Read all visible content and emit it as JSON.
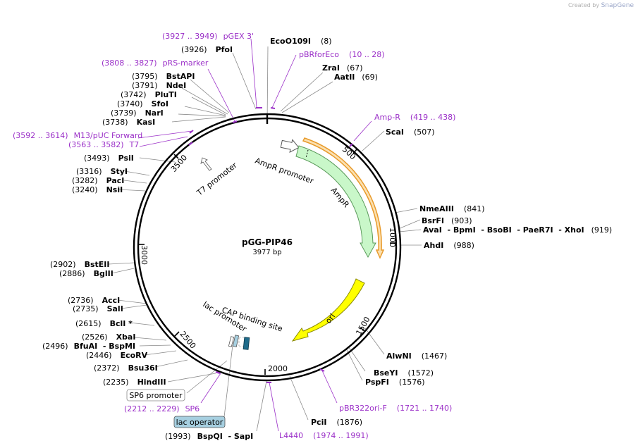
{
  "credit": {
    "prefix": "Created by",
    "brand": "SnapGene"
  },
  "plasmid": {
    "name": "pGG-PIP46",
    "length": "3977 bp"
  },
  "ticks": [
    "500",
    "1000",
    "1500",
    "2000",
    "2500",
    "3000",
    "3500"
  ],
  "features": {
    "ampr": "AmpR",
    "ampr_promoter": "AmpR promoter",
    "ori": "ori",
    "t7_promoter": "T7 promoter",
    "cap_site": "CAP binding site",
    "lac_promoter": "lac promoter"
  },
  "boxed_features": {
    "sp6_promoter": "SP6 promoter",
    "lac_operator": "lac operator"
  },
  "enzymes": [
    {
      "id": "ecoo109i",
      "name": "EcoO109I",
      "pos": "(8)"
    },
    {
      "id": "zrai",
      "name": "ZraI",
      "pos": "(67)"
    },
    {
      "id": "aatii",
      "name": "AatII",
      "pos": "(69)"
    },
    {
      "id": "scai",
      "name": "ScaI",
      "pos": "(507)"
    },
    {
      "id": "nmeaiii",
      "name": "NmeAIII",
      "pos": "(841)"
    },
    {
      "id": "bsrfi",
      "name": "BsrFI",
      "pos": "(903)"
    },
    {
      "id": "avai",
      "name": "AvaI  - BpmI  - BsoBI  - PaeR7I  - XhoI",
      "pos": "(919)"
    },
    {
      "id": "ahdi",
      "name": "AhdI",
      "pos": "(988)"
    },
    {
      "id": "alwni",
      "name": "AlwNI",
      "pos": "(1467)"
    },
    {
      "id": "bseyi",
      "name": "BseYI",
      "pos": "(1572)"
    },
    {
      "id": "pspfi",
      "name": "PspFI",
      "pos": "(1576)"
    },
    {
      "id": "pcii",
      "name": "PciI",
      "pos": "(1876)"
    },
    {
      "id": "bspqi",
      "name": "BspQI  - SapI",
      "pos": "(1993)"
    },
    {
      "id": "hindiii",
      "name": "HindIII",
      "pos": "(2235)"
    },
    {
      "id": "bsu36i",
      "name": "Bsu36I",
      "pos": "(2372)"
    },
    {
      "id": "ecorv",
      "name": "EcoRV",
      "pos": "(2446)"
    },
    {
      "id": "bfuai",
      "name": "BfuAI  - BspMI",
      "pos": "(2496)"
    },
    {
      "id": "xbai",
      "name": "XbaI",
      "pos": "(2526)"
    },
    {
      "id": "bcli",
      "name": "BclI *",
      "pos": "(2615)"
    },
    {
      "id": "sali",
      "name": "SalI",
      "pos": "(2735)"
    },
    {
      "id": "acci",
      "name": "AccI",
      "pos": "(2736)"
    },
    {
      "id": "bglii",
      "name": "BglII",
      "pos": "(2886)"
    },
    {
      "id": "bsteii",
      "name": "BstEII",
      "pos": "(2902)"
    },
    {
      "id": "nsii",
      "name": "NsiI",
      "pos": "(3240)"
    },
    {
      "id": "paci",
      "name": "PacI",
      "pos": "(3282)"
    },
    {
      "id": "styi",
      "name": "StyI",
      "pos": "(3316)"
    },
    {
      "id": "psii",
      "name": "PsiI",
      "pos": "(3493)"
    },
    {
      "id": "kasi",
      "name": "KasI",
      "pos": "(3738)"
    },
    {
      "id": "nari",
      "name": "NarI",
      "pos": "(3739)"
    },
    {
      "id": "sfoi",
      "name": "SfoI",
      "pos": "(3740)"
    },
    {
      "id": "pluti",
      "name": "PluTI",
      "pos": "(3742)"
    },
    {
      "id": "ndei",
      "name": "NdeI",
      "pos": "(3791)"
    },
    {
      "id": "bstapi",
      "name": "BstAPI",
      "pos": "(3795)"
    },
    {
      "id": "pfoi",
      "name": "PfoI",
      "pos": "(3926)"
    }
  ],
  "primers": [
    {
      "id": "pgex3",
      "name": "pGEX 3'",
      "range": "(3927 .. 3949)"
    },
    {
      "id": "pbrforeco",
      "name": "pBRforEco",
      "range": "(10 .. 28)"
    },
    {
      "id": "prsmarker",
      "name": "pRS-marker",
      "range": "(3808 .. 3827)"
    },
    {
      "id": "m13puc",
      "name": "M13/pUC Forward",
      "range": "(3592 .. 3614)"
    },
    {
      "id": "t7",
      "name": "T7",
      "range": "(3563 .. 3582)"
    },
    {
      "id": "ampr_primer",
      "name": "Amp-R",
      "range": "(419 .. 438)"
    },
    {
      "id": "pbr322ori",
      "name": "pBR322ori-F",
      "range": "(1721 .. 1740)"
    },
    {
      "id": "l4440",
      "name": "L4440",
      "range": "(1974 .. 1991)"
    },
    {
      "id": "sp6",
      "name": "SP6",
      "range": "(2212 .. 2229)"
    }
  ],
  "colors": {
    "backbone": "#000000",
    "ampr_fill": "#c9f7c9",
    "ampr_stroke": "#5a9a5a",
    "ori_fill": "#ffff00",
    "primer": "#9b30c8",
    "primer_arrow": "#e89a2a",
    "primer_arrow_fill": "#fbe0b0",
    "lac_operator_fill": "#a6cfe0",
    "cap_fill": "#1f6b8a"
  }
}
